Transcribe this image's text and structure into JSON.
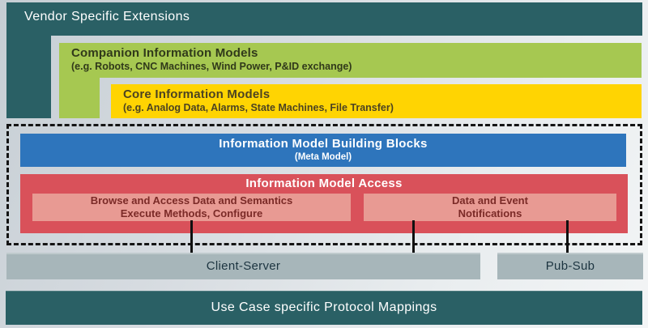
{
  "colors": {
    "teal": "#2a6065",
    "green": "#a6c851",
    "yellow": "#ffd402",
    "blue": "#2e75bc",
    "red": "#d9515a",
    "light_red": "#e89a93",
    "gray_bar": "#a7b6ba",
    "connector": "#101010",
    "dashed_border": "#141414"
  },
  "layers": {
    "vendor_extensions": {
      "title": "Vendor Specific Extensions"
    },
    "companion_models": {
      "title": "Companion Information Models",
      "subtitle": "(e.g. Robots, CNC Machines, Wind Power, P&ID exchange)"
    },
    "core_models": {
      "title": "Core Information Models",
      "subtitle": "(e.g. Analog Data, Alarms, State Machines, File Transfer)"
    },
    "building_blocks": {
      "title": "Information Model Building Blocks",
      "subtitle": "(Meta Model)"
    },
    "model_access": {
      "title": "Information Model Access",
      "browse_box": {
        "line1": "Browse and Access Data and Semantics",
        "line2": "Execute Methods, Configure"
      },
      "notify_box": {
        "line1": "Data and Event",
        "line2": "Notifications"
      }
    },
    "transport": {
      "client_server": "Client-Server",
      "pub_sub": "Pub-Sub"
    },
    "protocol_mappings": {
      "title": "Use Case specific Protocol Mappings"
    }
  }
}
